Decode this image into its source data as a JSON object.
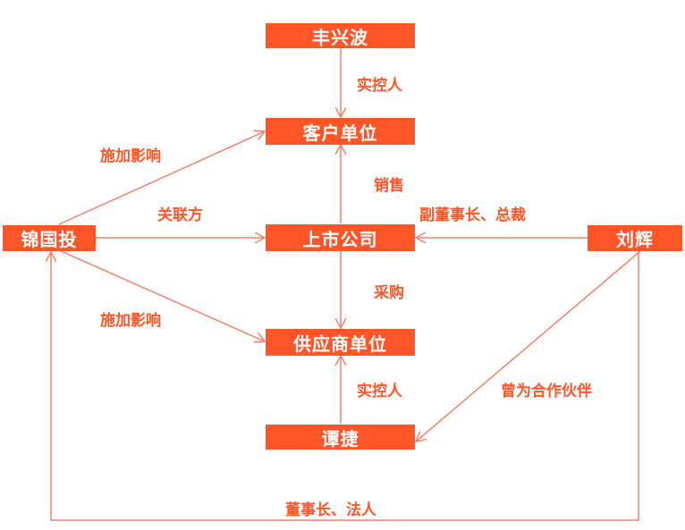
{
  "colors": {
    "node_fill": "#ff5528",
    "edge": "#f2806a",
    "label": "#ff5528"
  },
  "nodes": {
    "feng_xingbo": "丰兴波",
    "customer": "客户单位",
    "listed_company": "上市公司",
    "supplier": "供应商单位",
    "tan_jie": "谭捷",
    "jin_guotou": "锦国投",
    "liu_hui": "刘辉"
  },
  "edges": {
    "controller_top": "实控人",
    "influence_top": "施加影响",
    "sales": "销售",
    "related_party": "关联方",
    "vice_chairman": "副董事长、总裁",
    "purchase": "采购",
    "influence_bottom": "施加影响",
    "controller_bottom": "实控人",
    "former_partner": "曾为合作伙伴",
    "chairman_legal": "董事长、法人"
  }
}
